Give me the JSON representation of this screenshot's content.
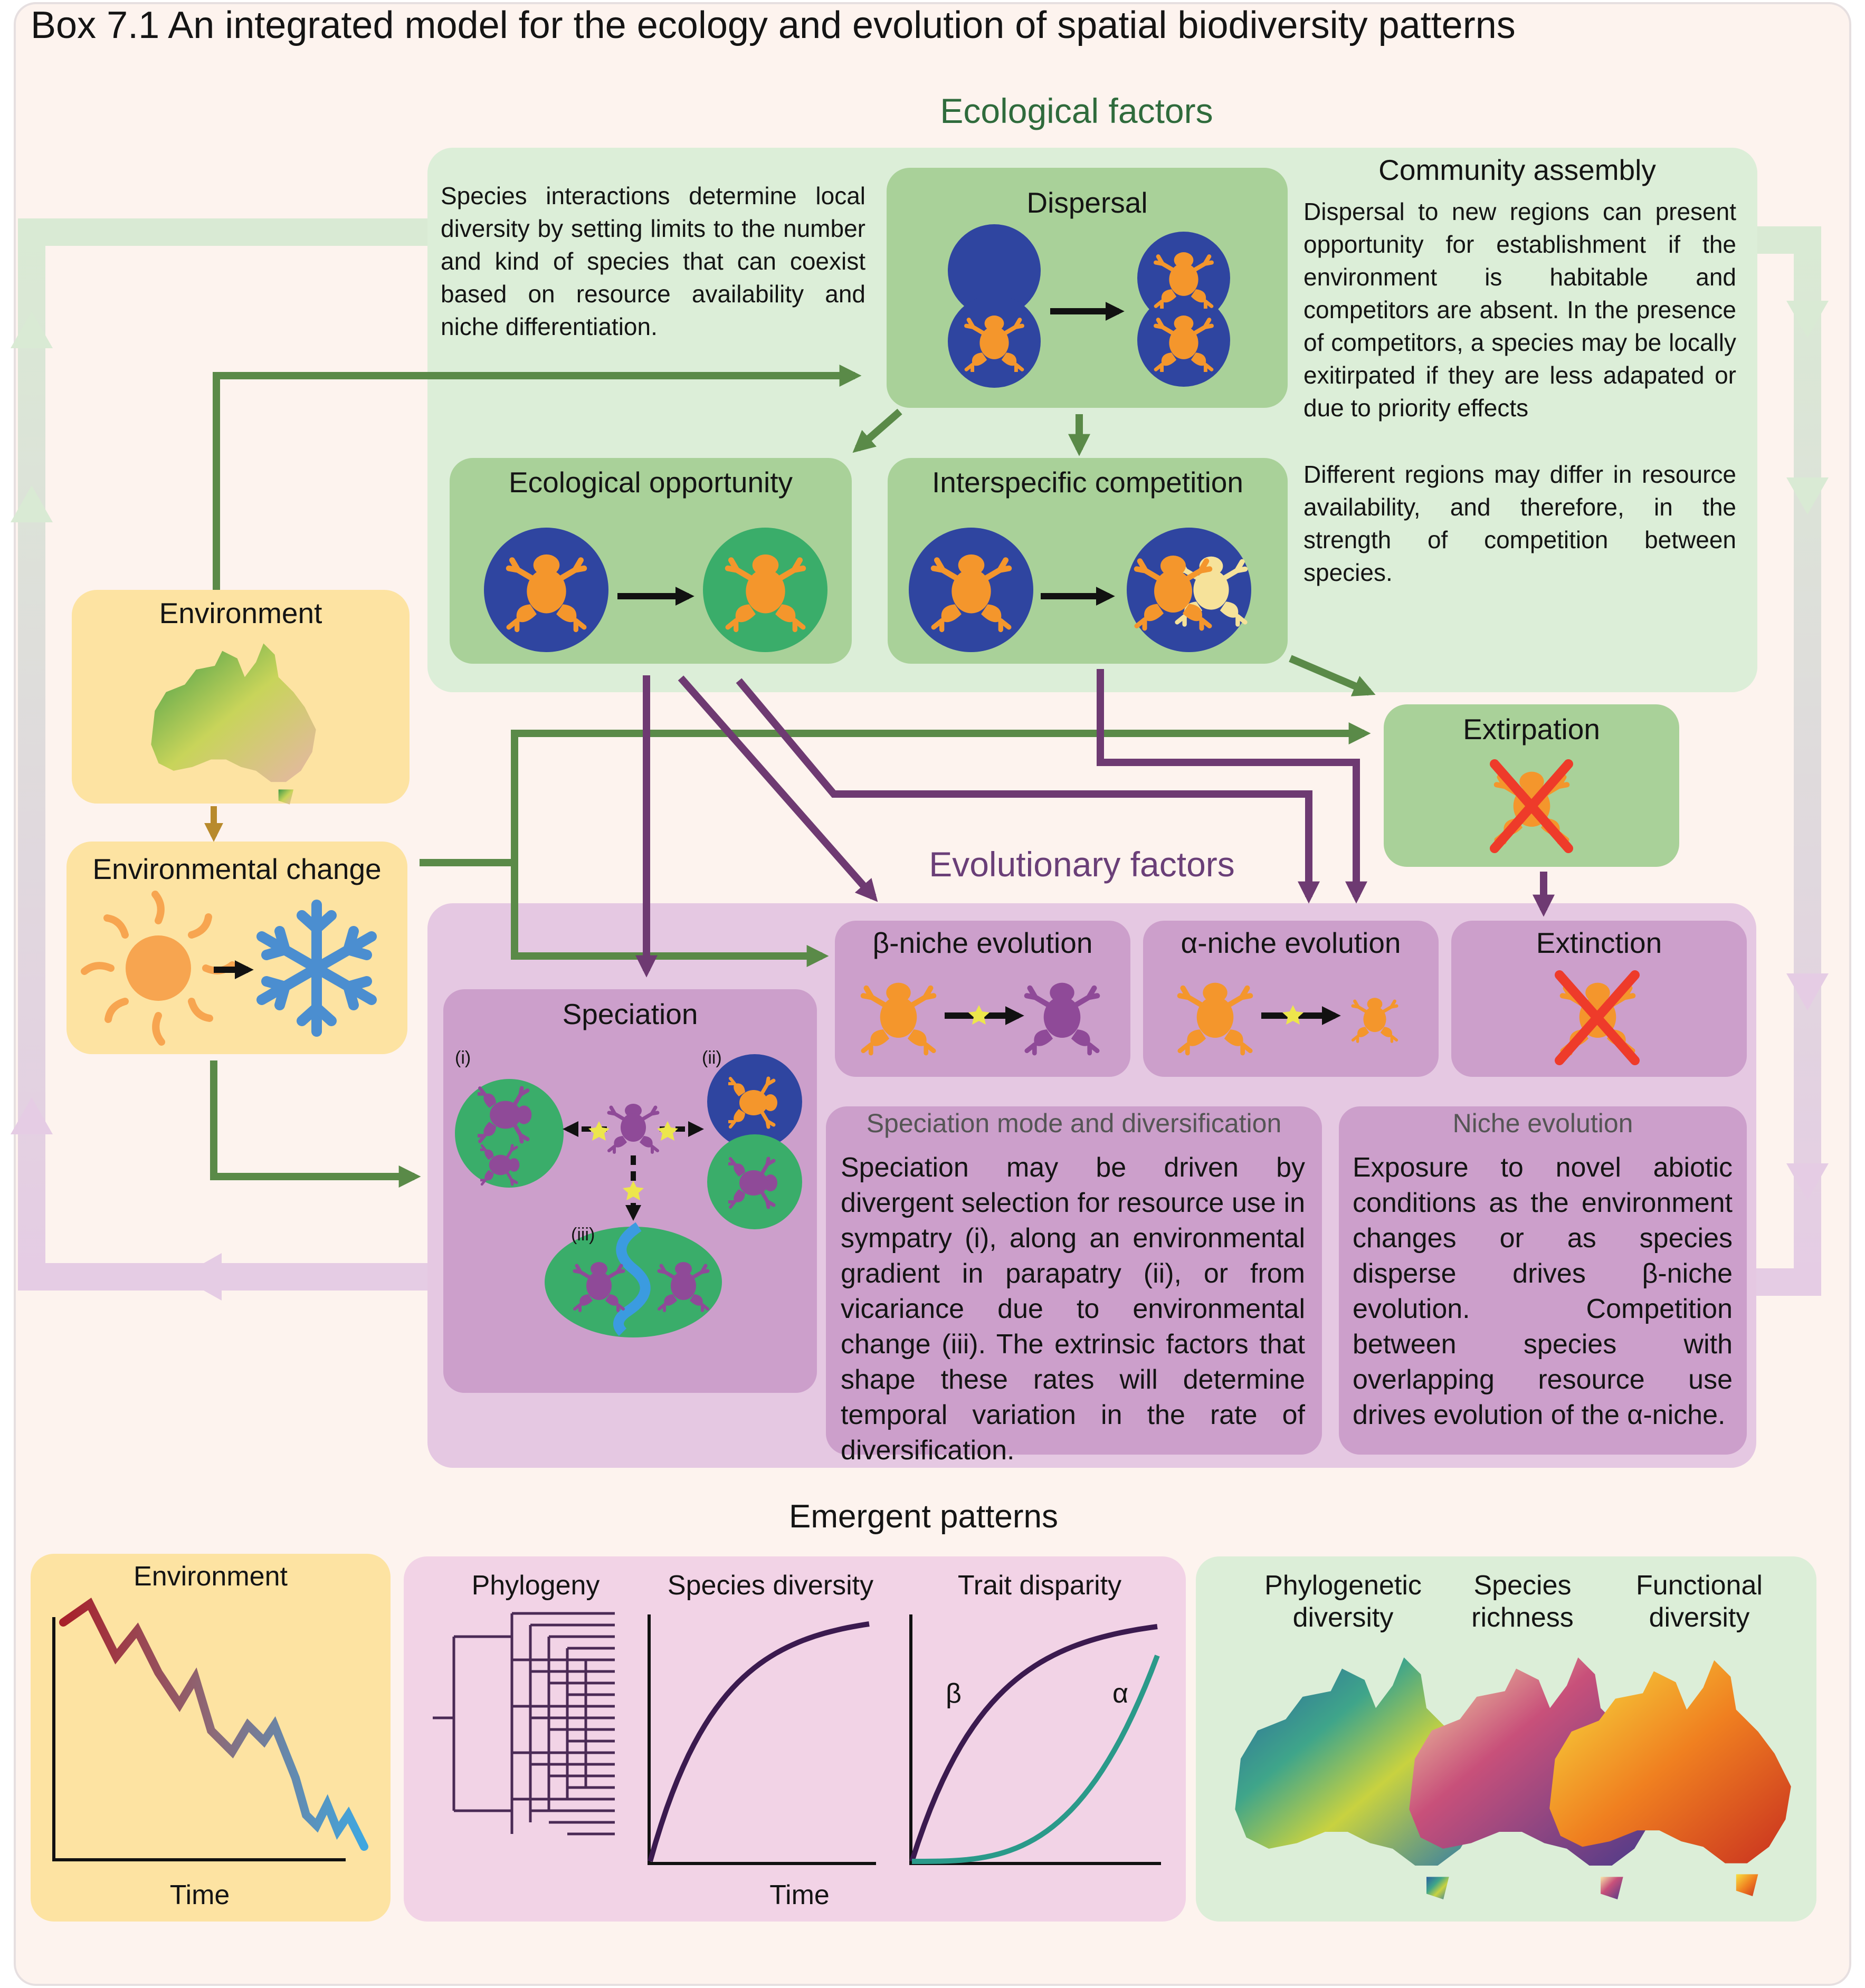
{
  "title": "Box 7.1 An integrated model for the ecology and evolution of spatial biodiversity patterns",
  "ecological": {
    "heading": "Ecological factors",
    "intro": "Species interactions determine local diversity by setting limits to the number and kind of species that can coexist based on resource availability and niche differentiation.",
    "dispersal": "Dispersal",
    "eco_opportunity": "Ecological opportunity",
    "competition": "Interspecific competition",
    "community_heading": "Community assembly",
    "community_text_1": "Dispersal to new regions can present opportunity for establishment if the environment is habitable and competitors are absent. In the presence of competitors, a species may be locally exitirpated if they are less adapated or due to priority effects",
    "community_text_2": "Different regions may differ in resource availability, and therefore, in the strength of competition between species.",
    "extirpation": "Extirpation"
  },
  "environment": {
    "environment": "Environment",
    "change": "Environmental change"
  },
  "evolutionary": {
    "heading": "Evolutionary factors",
    "speciation": "Speciation",
    "marker_i": "(i)",
    "marker_ii": "(ii)",
    "marker_iii": "(iii)",
    "beta_niche": "β-niche evolution",
    "alpha_niche": "α-niche evolution",
    "extinction": "Extinction",
    "spec_mode_heading": "Speciation mode and diversification",
    "spec_mode_text": "Speciation may be driven by divergent selection for resource use in sympatry (i), along an environmental gradient in parapatry (ii), or from vicariance due to environmental change (iii). The extrinsic factors that shape these rates will determine temporal variation in the rate of diversification.",
    "niche_heading": "Niche evolution",
    "niche_text": "Exposure to novel abiotic conditions as the environment changes or as species disperse drives β-niche evolution. Competition between species with overlapping resource use drives evolution of the α-niche."
  },
  "emergent": {
    "heading": "Emergent patterns",
    "env_title": "Environment",
    "env_xlabel": "Time",
    "phylogeny": "Phylogeny",
    "species_diversity": "Species diversity",
    "trait_disparity": "Trait disparity",
    "time_label": "Time",
    "beta_label": "β",
    "alpha_label": "α",
    "map_phylo": "Phylogenetic diversity",
    "map_richness": "Species richness",
    "map_functional": "Functional diversity"
  },
  "colors": {
    "eco_green": "#a9d199",
    "eco_panel": "#dceed8",
    "evo_purple": "#cc9fcb",
    "evo_panel": "#e5c8e2",
    "env_yellow": "#fde3a2",
    "frog_orange": "#f4962c",
    "frog_purple": "#8f4a98",
    "region_blue": "#2f45a0",
    "region_green": "#3aad6a"
  }
}
